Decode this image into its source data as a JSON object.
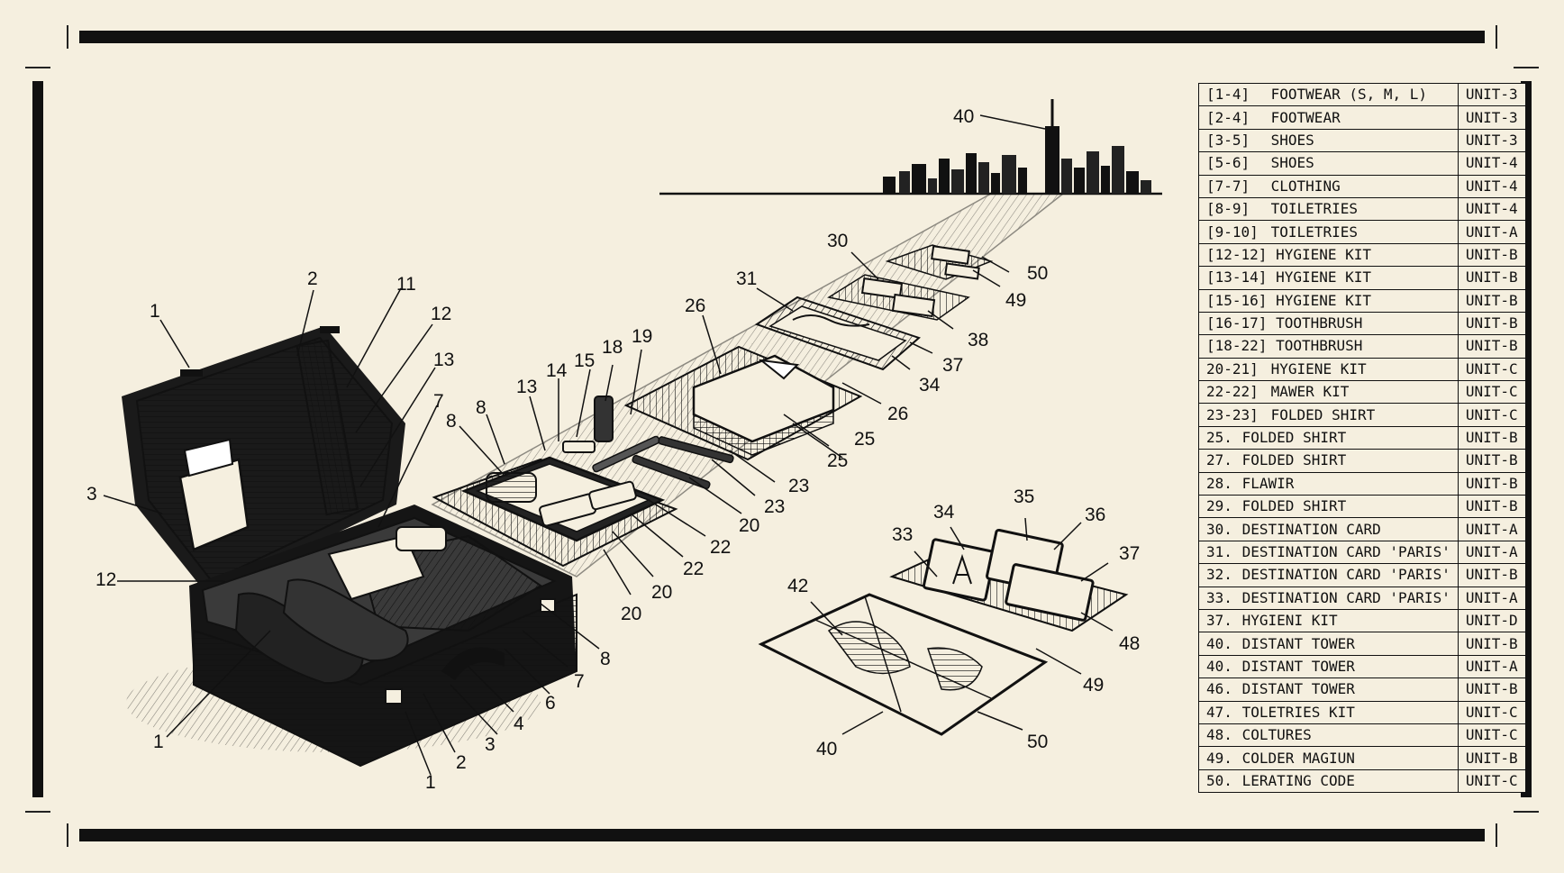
{
  "colors": {
    "paper": "#f5efdf",
    "ink": "#111111"
  },
  "illustration": {
    "callouts": [
      "1",
      "2",
      "11",
      "12",
      "13",
      "7",
      "3",
      "12",
      "1",
      "1",
      "2",
      "3",
      "4",
      "6",
      "7",
      "8",
      "8",
      "8",
      "13",
      "14",
      "15",
      "18",
      "19",
      "20",
      "20",
      "22",
      "22",
      "20",
      "23",
      "23",
      "26",
      "25",
      "25",
      "26",
      "31",
      "30",
      "34",
      "37",
      "38",
      "49",
      "50",
      "40",
      "33",
      "34",
      "35",
      "36",
      "37",
      "48",
      "49",
      "42",
      "40",
      "50"
    ]
  },
  "legend": {
    "rows": [
      {
        "range": "[1-4]",
        "name": "FOOTWEAR (S, M, L)",
        "unit": "UNIT-3"
      },
      {
        "range": "[2-4]",
        "name": "FOOTWEAR",
        "unit": "UNIT-3"
      },
      {
        "range": "[3-5]",
        "name": "SHOES",
        "unit": "UNIT-3"
      },
      {
        "range": "[5-6]",
        "name": "SHOES",
        "unit": "UNIT-4"
      },
      {
        "range": "[7-7]",
        "name": "CLOTHING",
        "unit": "UNIT-4"
      },
      {
        "range": "[8-9]",
        "name": "TOILETRIES",
        "unit": "UNIT-4"
      },
      {
        "range": "[9-10]",
        "name": "TOILETRIES",
        "unit": "UNIT-A"
      },
      {
        "range": "[12-12]",
        "name": "HYGIENE KIT",
        "unit": "UNIT-B"
      },
      {
        "range": "[13-14]",
        "name": "HYGIENE KIT",
        "unit": "UNIT-B"
      },
      {
        "range": "[15-16]",
        "name": "HYGIENE KIT",
        "unit": "UNIT-B"
      },
      {
        "range": "[16-17]",
        "name": "TOOTHBRUSH",
        "unit": "UNIT-B"
      },
      {
        "range": "[18-22]",
        "name": "TOOTHBRUSH",
        "unit": "UNIT-B"
      },
      {
        "range": "20-21]",
        "name": "HYGIENE KIT",
        "unit": "UNIT-C"
      },
      {
        "range": "22-22]",
        "name": "MAWER KIT",
        "unit": "UNIT-C"
      },
      {
        "range": "23-23]",
        "name": "FOLDED SHIRT",
        "unit": "UNIT-C"
      },
      {
        "range": "25.",
        "name": "FOLDED SHIRT",
        "unit": "UNIT-B"
      },
      {
        "range": "27.",
        "name": "FOLDED SHIRT",
        "unit": "UNIT-B"
      },
      {
        "range": "28.",
        "name": "FLAWIR",
        "unit": "UNIT-B"
      },
      {
        "range": "29.",
        "name": "FOLDED SHIRT",
        "unit": "UNIT-B"
      },
      {
        "range": "30.",
        "name": "DESTINATION CARD",
        "unit": "UNIT-A"
      },
      {
        "range": "31.",
        "name": "DESTINATION CARD 'PARIS'",
        "unit": "UNIT-A"
      },
      {
        "range": "32.",
        "name": "DESTINATION CARD 'PARIS'",
        "unit": "UNIT-B"
      },
      {
        "range": "33.",
        "name": "DESTINATION CARD 'PARIS'",
        "unit": "UNIT-A"
      },
      {
        "range": "37.",
        "name": "HYGIENI KIT",
        "unit": "UNIT-D"
      },
      {
        "range": "40.",
        "name": "DISTANT TOWER",
        "unit": "UNIT-B"
      },
      {
        "range": "40.",
        "name": "DISTANT TOWER",
        "unit": "UNIT-A"
      },
      {
        "range": "46.",
        "name": "DISTANT TOWER",
        "unit": "UNIT-B"
      },
      {
        "range": "47.",
        "name": "TOLETRIES KIT",
        "unit": "UNIT-C"
      },
      {
        "range": "48.",
        "name": "COLTURES",
        "unit": "UNIT-C"
      },
      {
        "range": "49.",
        "name": "COLDER MAGIUN",
        "unit": "UNIT-B"
      },
      {
        "range": "50.",
        "name": "LERATING CODE",
        "unit": "UNIT-C"
      }
    ]
  }
}
